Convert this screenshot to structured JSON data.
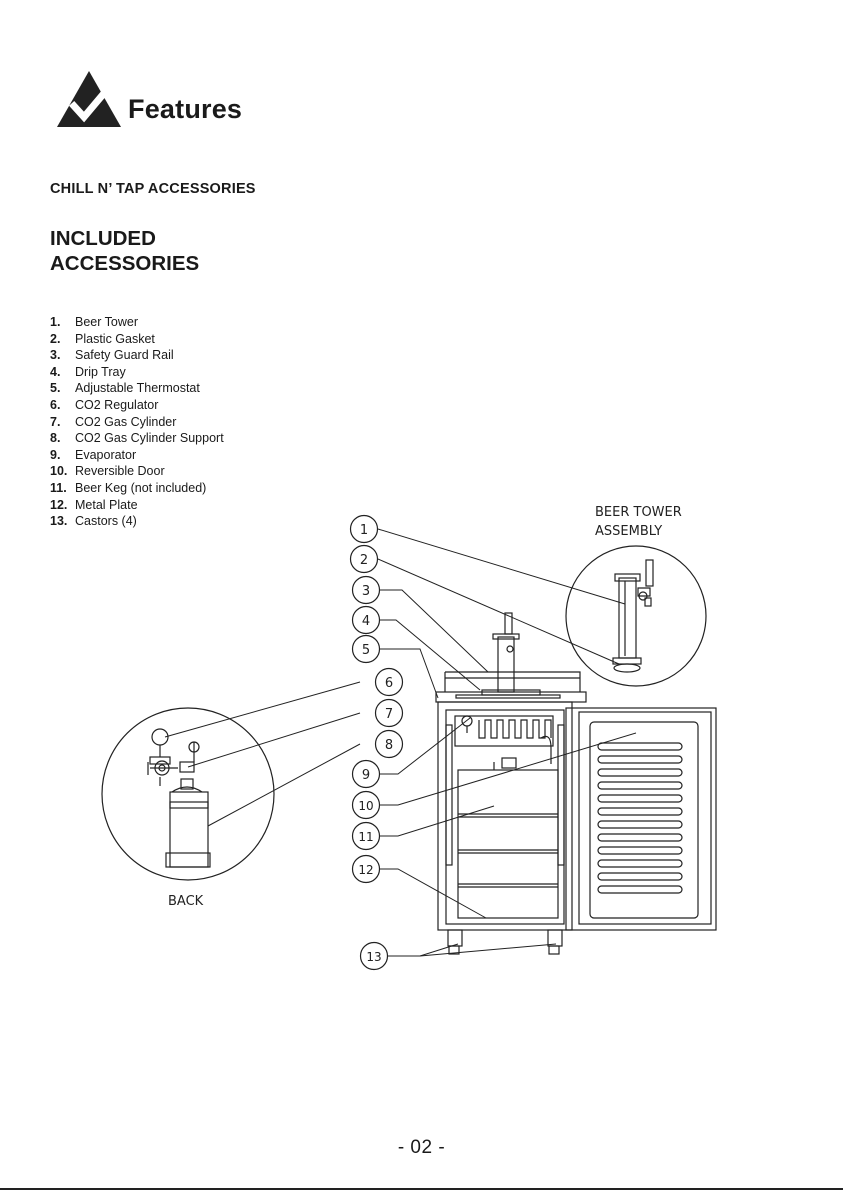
{
  "header": {
    "title": "Features",
    "icon": "warning-check-icon"
  },
  "subtitle": "CHILL N’ TAP ACCESSORIES",
  "section": {
    "line1": "INCLUDED",
    "line2": "ACCESSORIES"
  },
  "features": [
    {
      "num": "1.",
      "label": "Beer Tower"
    },
    {
      "num": "2.",
      "label": "Plastic Gasket"
    },
    {
      "num": "3.",
      "label": "Safety Guard Rail"
    },
    {
      "num": "4.",
      "label": "Drip Tray"
    },
    {
      "num": "5.",
      "label": "Adjustable Thermostat"
    },
    {
      "num": "6.",
      "label": "CO2 Regulator"
    },
    {
      "num": "7.",
      "label": "CO2 Gas Cylinder"
    },
    {
      "num": "8.",
      "label": "CO2 Gas Cylinder Support"
    },
    {
      "num": "9.",
      "label": "Evaporator"
    },
    {
      "num": "10.",
      "label": "Reversible Door"
    },
    {
      "num": "11.",
      "label": "Beer Keg (not included)"
    },
    {
      "num": "12.",
      "label": "Metal Plate"
    },
    {
      "num": "13.",
      "label": "Castors (4)"
    }
  ],
  "diagram": {
    "tower_label_line1": "BEER TOWER",
    "tower_label_line2": "ASSEMBLY",
    "back_label": "BACK",
    "callouts": [
      "1",
      "2",
      "3",
      "4",
      "5",
      "6",
      "7",
      "8",
      "9",
      "10",
      "11",
      "12",
      "13"
    ]
  },
  "page_number": "- 02 -"
}
